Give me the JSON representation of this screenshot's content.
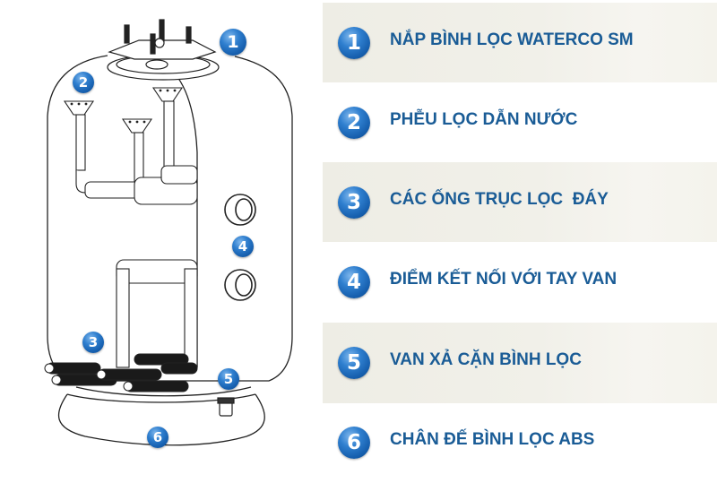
{
  "diagram": {
    "title": "Waterco SM sand filter cutaway",
    "callouts": [
      {
        "number": "1",
        "target": "lid"
      },
      {
        "number": "2",
        "target": "laterals-top"
      },
      {
        "number": "3",
        "target": "bottom-laterals"
      },
      {
        "number": "4",
        "target": "valve-ports"
      },
      {
        "number": "5",
        "target": "drain-valve"
      },
      {
        "number": "6",
        "target": "base"
      }
    ]
  },
  "legend": {
    "items": [
      {
        "number": "1",
        "label": "NẮP BÌNH LỌC WATERCO SM"
      },
      {
        "number": "2",
        "label": "PHỄU LỌC DẪN NƯỚC"
      },
      {
        "number": "3",
        "label": "CÁC ỐNG TRỤC LỌC  ĐÁY"
      },
      {
        "number": "4",
        "label": "ĐIỂM KẾT NỐI VỚI TAY VAN"
      },
      {
        "number": "5",
        "label": "VAN XẢ CẶN BÌNH LỌC"
      },
      {
        "number": "6",
        "label": "CHÂN ĐẾ BÌNH LỌC ABS"
      }
    ]
  },
  "colors": {
    "label_text": "#1a5c96",
    "badge_blue": "#165fae",
    "band_bg": "#efeee7"
  }
}
